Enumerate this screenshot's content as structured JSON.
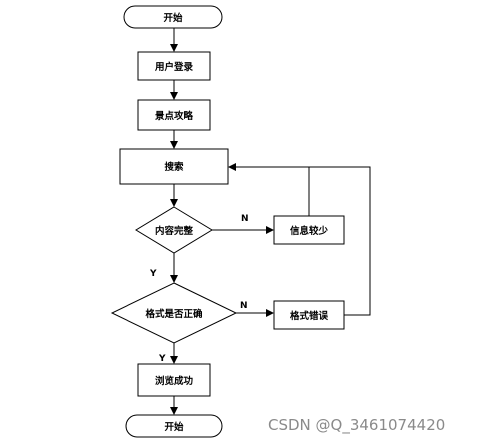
{
  "nodes": {
    "start": "开始",
    "login": "用户登录",
    "guide": "景点攻略",
    "search": "搜索",
    "content_check": "内容完整",
    "info_less": "信息较少",
    "format_check": "格式是否正确",
    "format_error": "格式错误",
    "browse_success": "浏览成功",
    "end": "开始"
  },
  "edge_labels": {
    "content_no": "N",
    "content_yes": "Y",
    "format_no": "N",
    "format_yes": "Y"
  },
  "watermark": "CSDN @Q_3461074420"
}
